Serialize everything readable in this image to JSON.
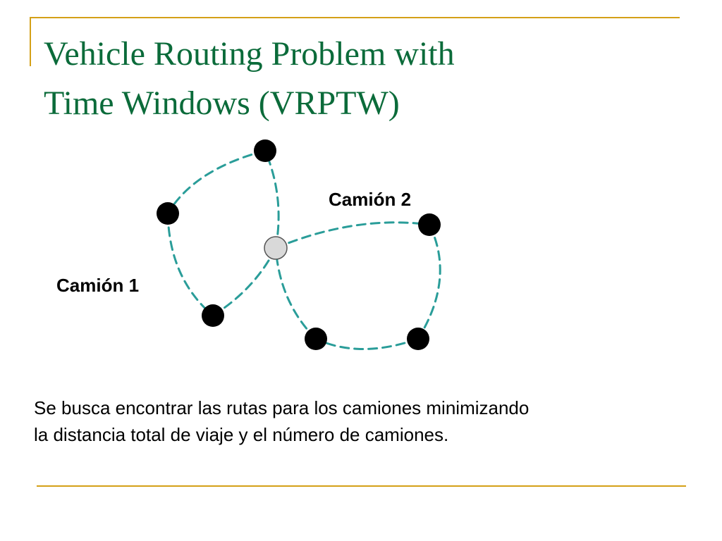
{
  "slide": {
    "title_lines": [
      "Vehicle Routing Problem with",
      "Time Windows (VRPTW)"
    ],
    "caption_lines": [
      "Se busca encontrar las rutas para los camiones minimizando",
      "la distancia total de viaje y el número de camiones."
    ]
  },
  "diagram": {
    "labels": {
      "route1": "Camión 1",
      "route2": "Camión 2"
    },
    "colors": {
      "route": "#2A9D99",
      "customer": "#000000",
      "depot_fill": "#D9D9D9",
      "depot_stroke": "#555555",
      "title": "#0B6B3A",
      "rule": "#D4A017"
    }
  }
}
